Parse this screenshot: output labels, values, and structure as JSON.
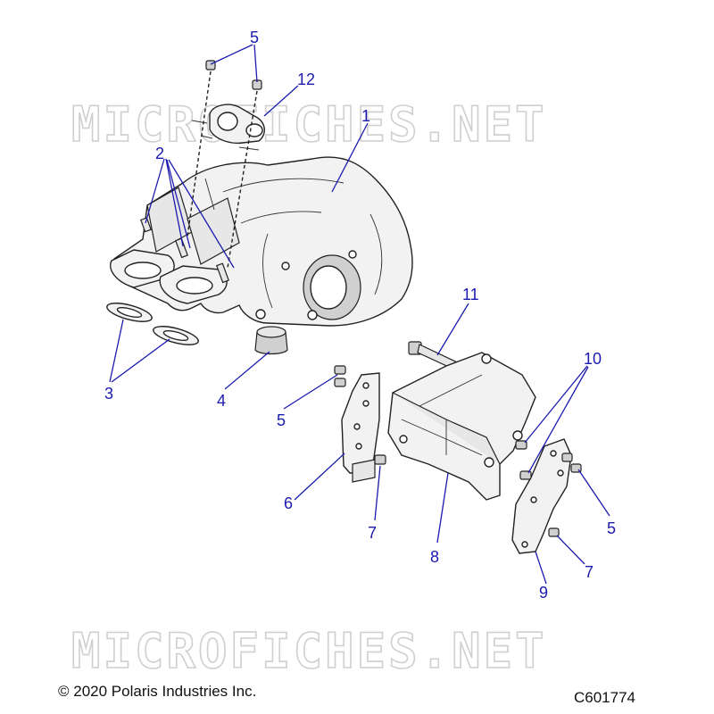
{
  "watermark": {
    "text": "MICROFICHES.NET"
  },
  "footer": {
    "copyright": "© 2020 Polaris Industries Inc.",
    "diagram_code": "C601774"
  },
  "callouts": {
    "c1": "1",
    "c2": "2",
    "c3": "3",
    "c4": "4",
    "c5a": "5",
    "c5b": "5",
    "c5c": "5",
    "c6": "6",
    "c7a": "7",
    "c7b": "7",
    "c8": "8",
    "c9": "9",
    "c10": "10",
    "c11": "11",
    "c12": "12"
  }
}
